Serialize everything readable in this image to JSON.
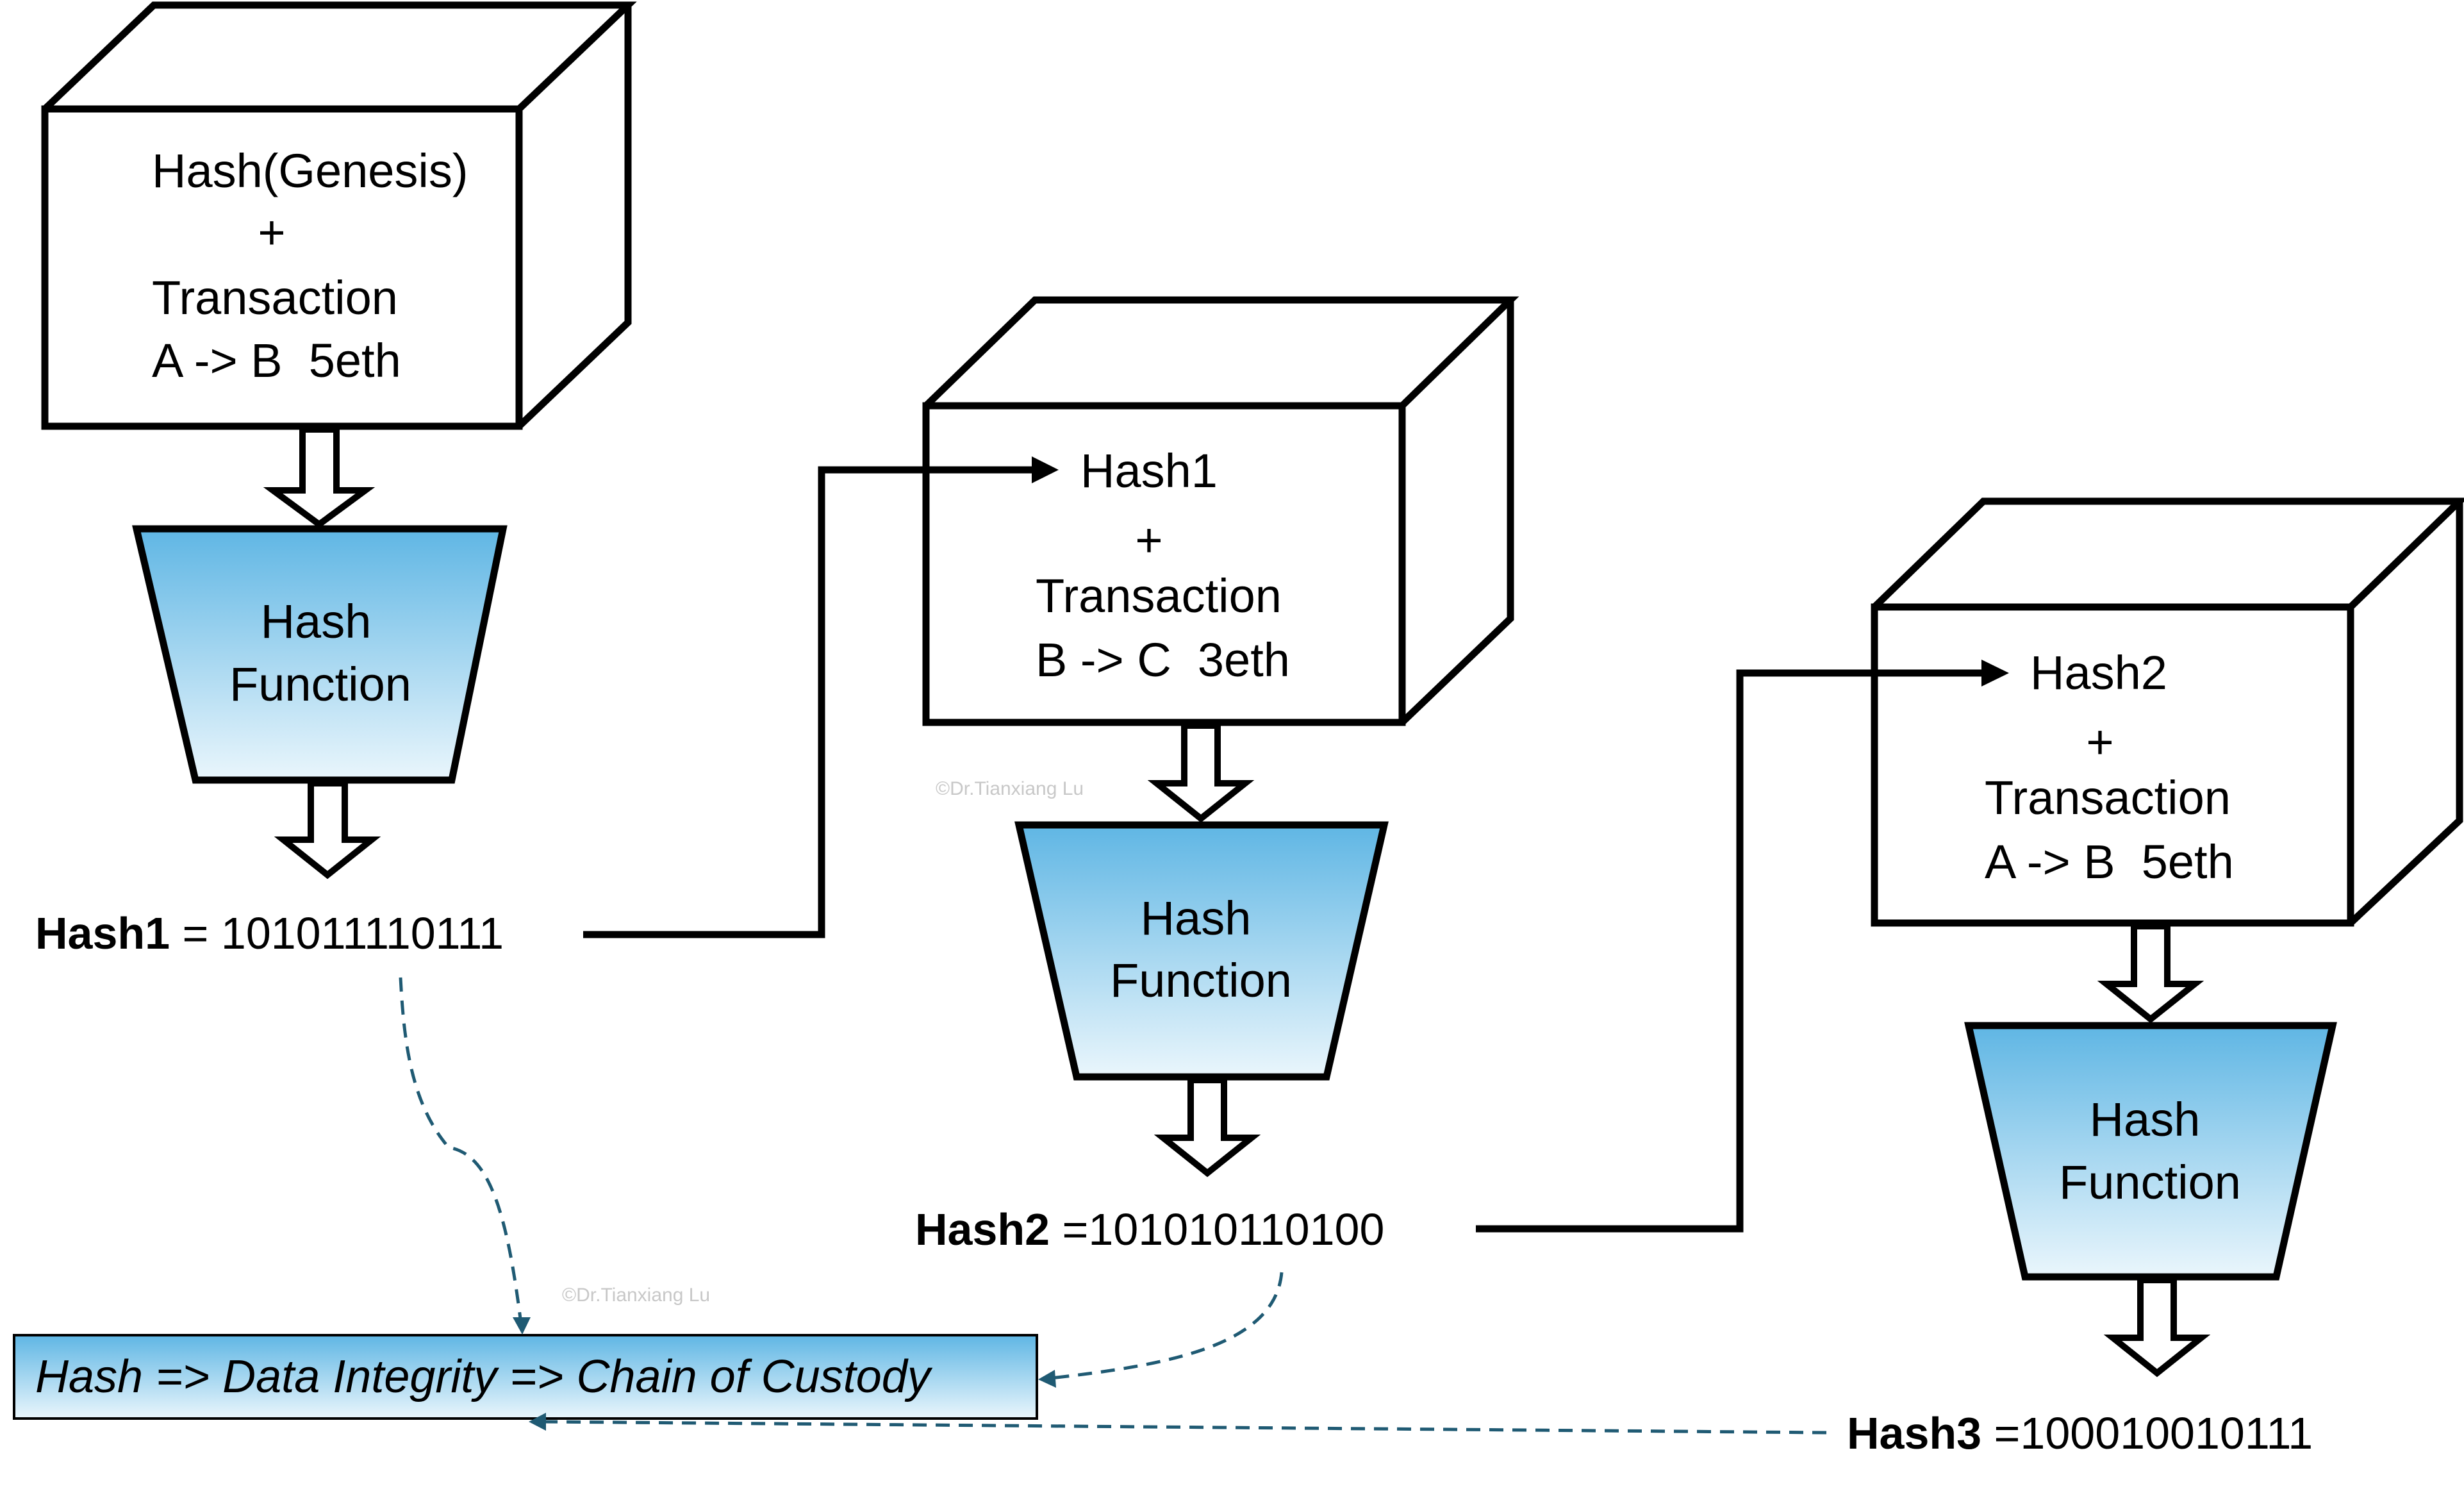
{
  "blocks": [
    {
      "line1": "Hash(Genesis)",
      "plus": "+",
      "line2": "Transaction",
      "line3": "A -> B  5eth"
    },
    {
      "line1": "Hash1",
      "plus": "+",
      "line2": "Transaction",
      "line3": "B -> C  3eth"
    },
    {
      "line1": "Hash2",
      "plus": "+",
      "line2": "Transaction",
      "line3": "A -> B  5eth"
    }
  ],
  "hash_function": {
    "line1": "Hash",
    "line2": "Function"
  },
  "outputs": [
    {
      "name": "Hash1",
      "value": " = 101011110111"
    },
    {
      "name": "Hash2",
      "value": " =101010110100"
    },
    {
      "name": "Hash3",
      "value": " =100010010111"
    }
  ],
  "caption": "Hash => Data Integrity => Chain of Custody",
  "watermark": "©Dr.Tianxiang Lu",
  "colors": {
    "funnel_top": "#5fb6e4",
    "funnel_bottom": "#eaf6fc",
    "caption_top": "#5fb6e4",
    "caption_bottom": "#eaf6fc",
    "dashed_line": "#1f5a73",
    "stroke": "#000000"
  }
}
